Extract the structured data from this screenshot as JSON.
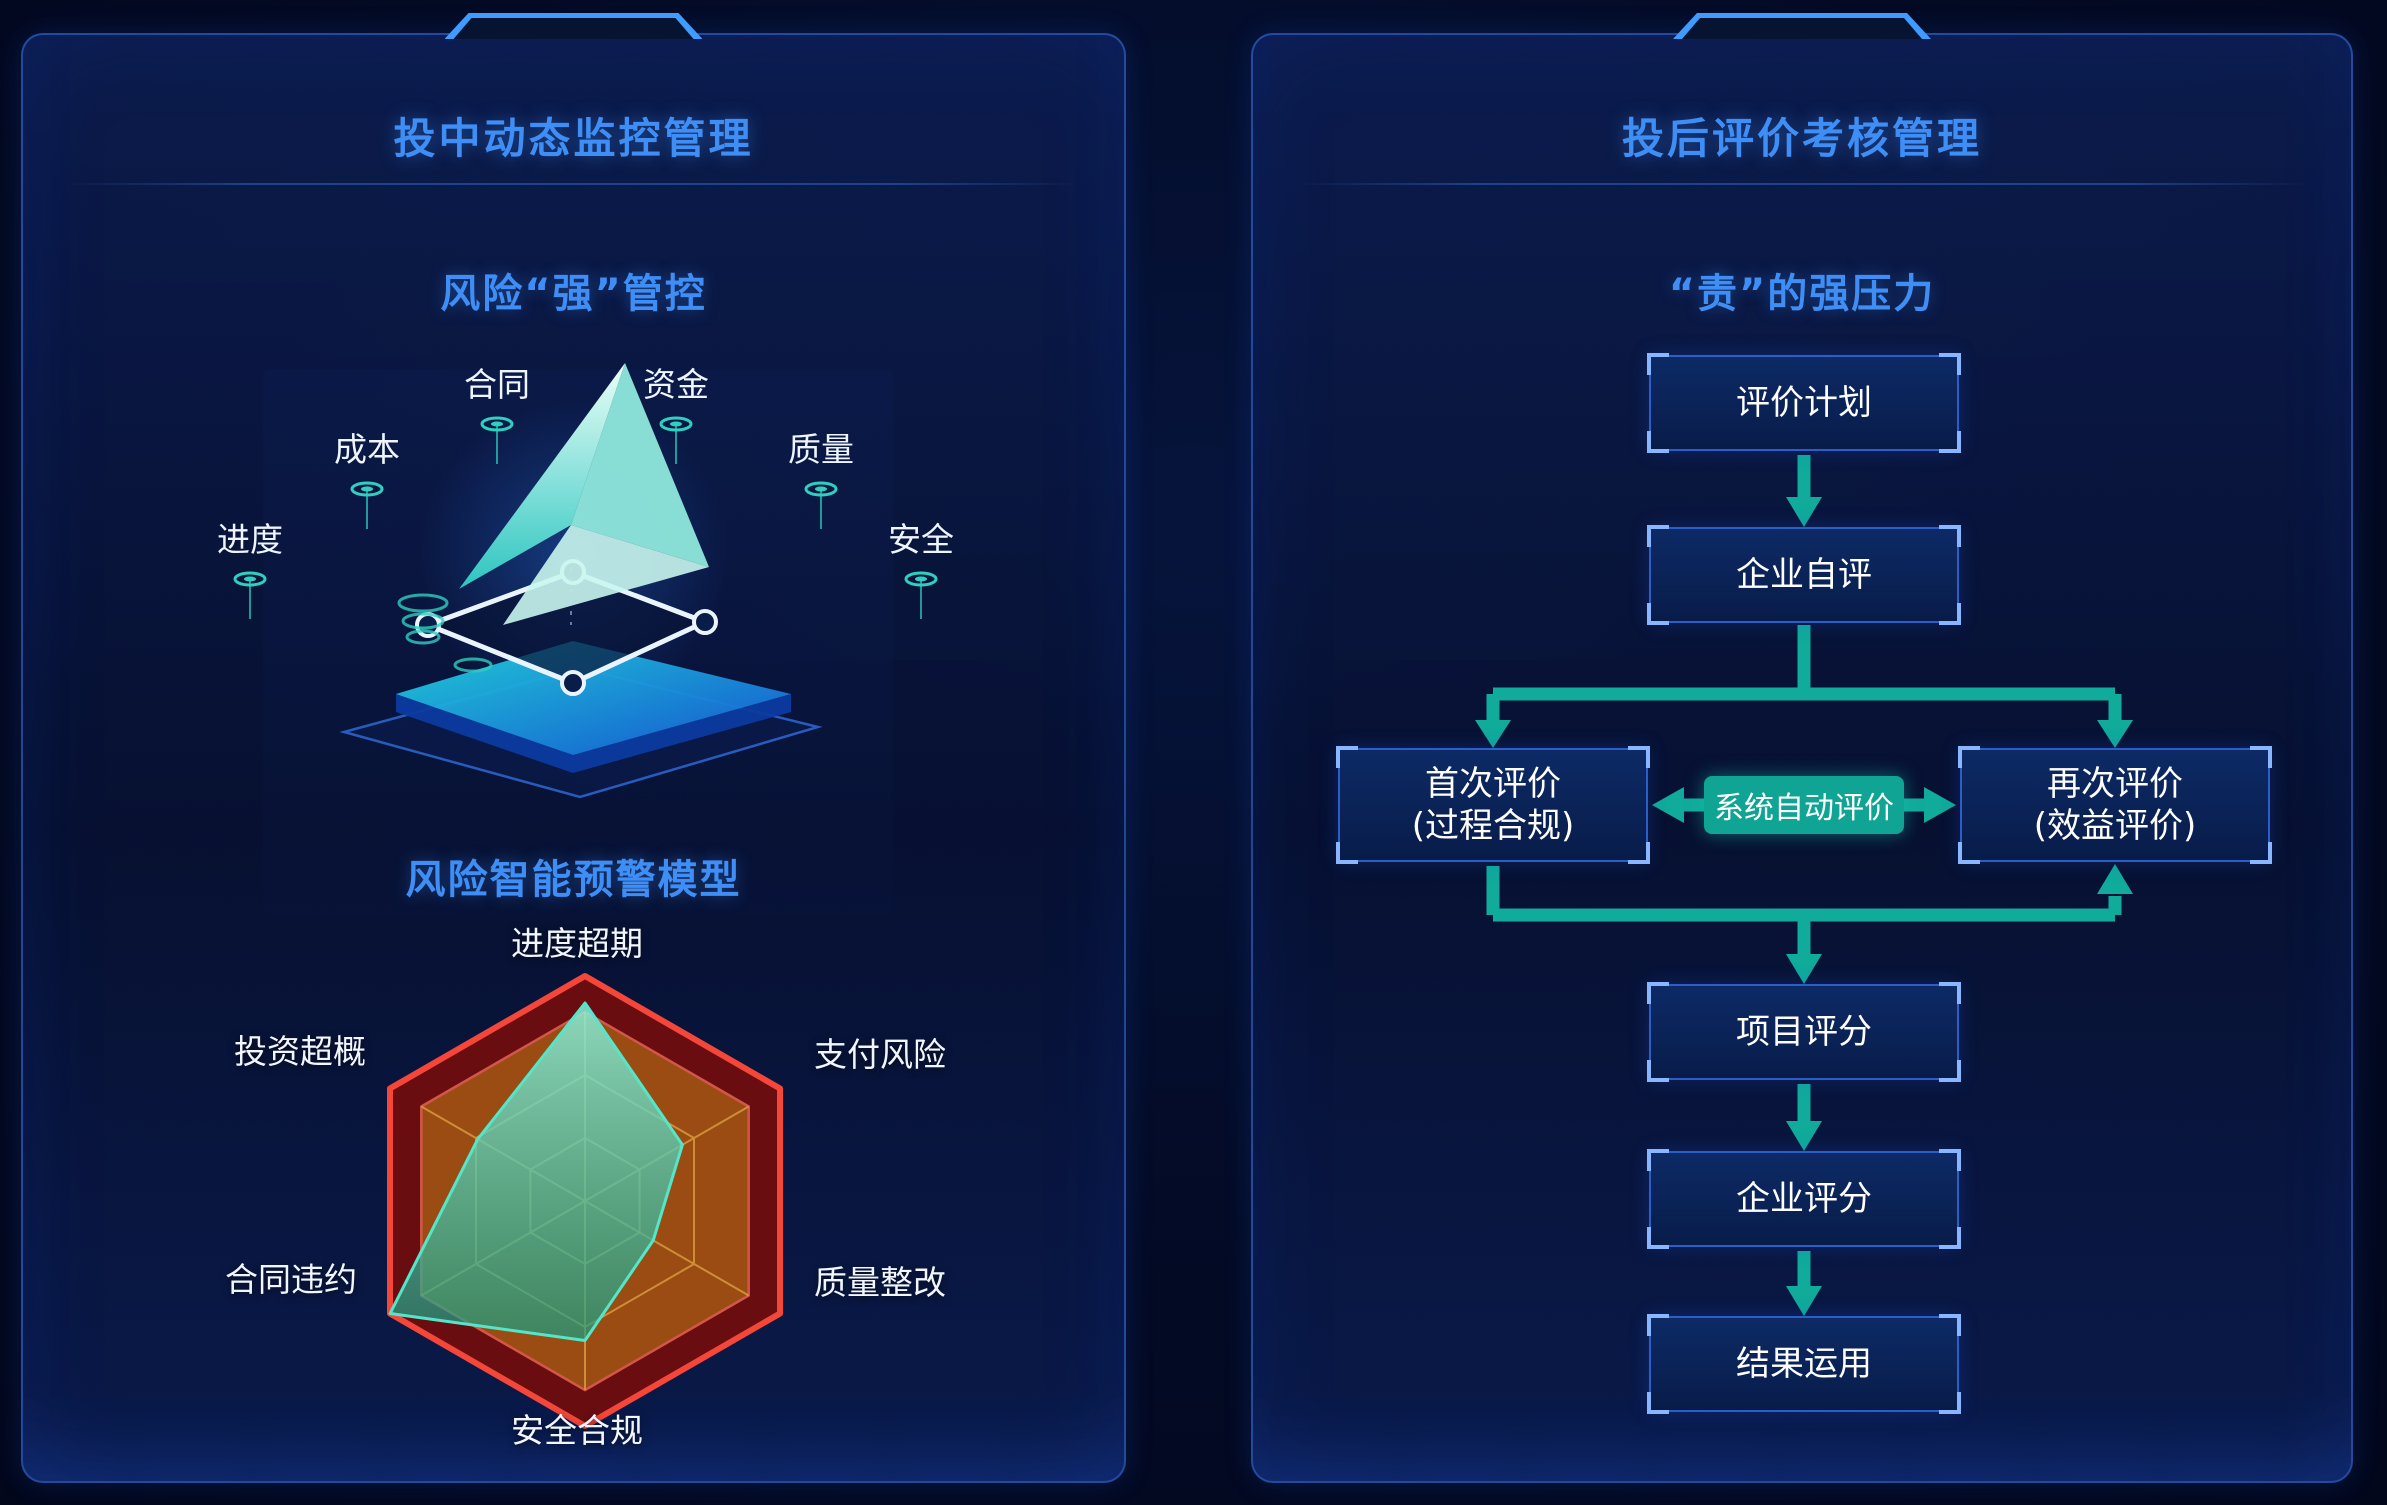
{
  "left_panel": {
    "title": "投中动态监控管理",
    "subtitle": "风险“强”管控",
    "monitor_labels": [
      "合同",
      "资金",
      "成本",
      "质量",
      "进度",
      "安全"
    ],
    "model_title": "风险智能预警模型"
  },
  "right_panel": {
    "title": "投后评价考核管理",
    "subtitle": "“责”的强压力",
    "flow": {
      "step_plan": "评价计划",
      "step_self": "企业自评",
      "first_eval_line1": "首次评价",
      "first_eval_line2": "(过程合规)",
      "auto_eval": "系统自动评价",
      "re_eval_line1": "再次评价",
      "re_eval_line2": "(效益评价)",
      "step_project_score": "项目评分",
      "step_company_score": "企业评分",
      "step_result": "结果运用"
    }
  },
  "chart_data": {
    "type": "radar",
    "title": "风险智能预警模型",
    "axes": [
      "进度超期",
      "支付风险",
      "质量整改",
      "安全合规",
      "合同违约",
      "投资超概"
    ],
    "values": [
      0.88,
      0.5,
      0.35,
      0.62,
      1.0,
      0.55
    ],
    "scale_max": 1,
    "legend": "none",
    "grid": "hexagonal, 3 inner rings with radial spokes"
  },
  "colors": {
    "accent_blue": "#3e8ef6",
    "arrow_teal": "#10ab9b",
    "auto_eval_fill": "#0fa493",
    "panel_border": "#3a72e8",
    "box_border": "#2c5ec9",
    "box_corner": "#8ab6ff",
    "radar_outer_red": "#f5463a",
    "radar_ring_fill": "#6a0d10",
    "radar_inner_orange": "#9a4c12",
    "radar_grid": "#d89a3e",
    "radar_data_teal": "#54e6c9",
    "text_white": "#f2f7ff",
    "background": "#030a24"
  }
}
